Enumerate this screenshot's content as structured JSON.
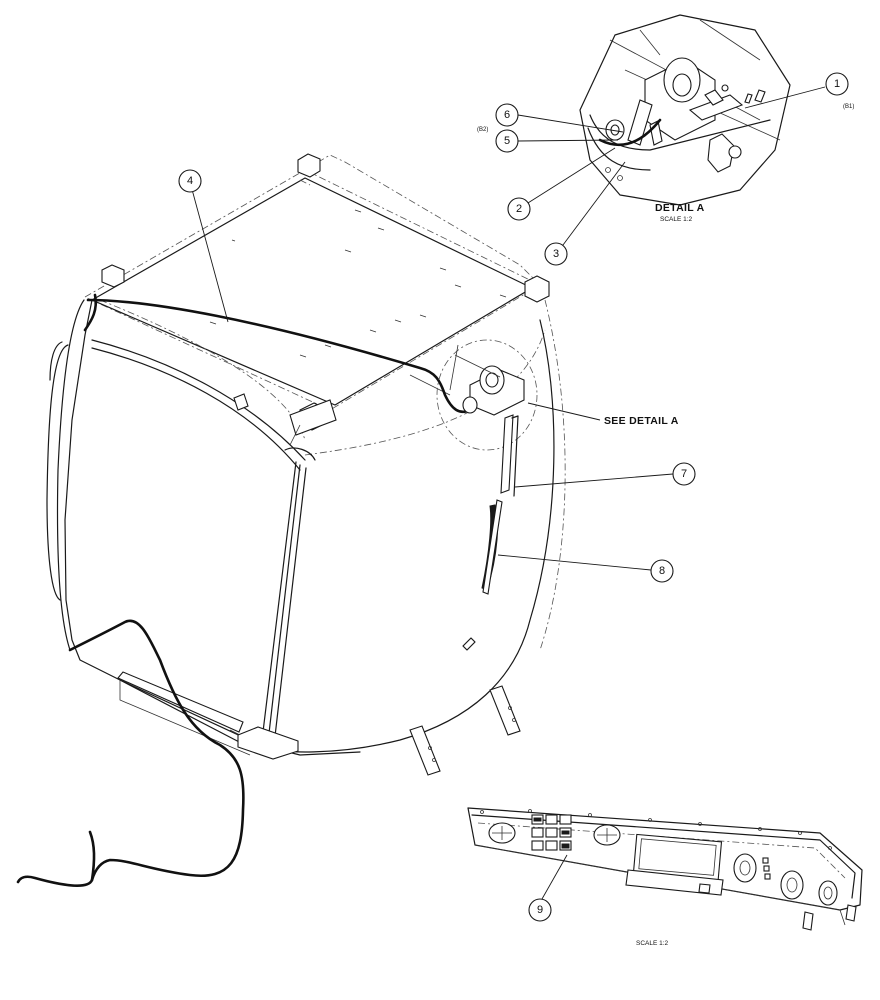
{
  "balloons": [
    {
      "id": "1",
      "label": "1"
    },
    {
      "id": "2",
      "label": "2"
    },
    {
      "id": "3",
      "label": "3"
    },
    {
      "id": "4",
      "label": "4"
    },
    {
      "id": "5",
      "label": "5"
    },
    {
      "id": "6",
      "label": "6"
    },
    {
      "id": "7",
      "label": "7"
    },
    {
      "id": "8",
      "label": "8"
    },
    {
      "id": "9",
      "label": "9"
    }
  ],
  "annotations": {
    "detail_title": "DETAIL A",
    "detail_scale": "SCALE 1:2",
    "see_detail": "SEE DETAIL A",
    "panel_scale": "SCALE 1:2",
    "tag_b1": "(B1)",
    "tag_b2": "(B2)"
  }
}
